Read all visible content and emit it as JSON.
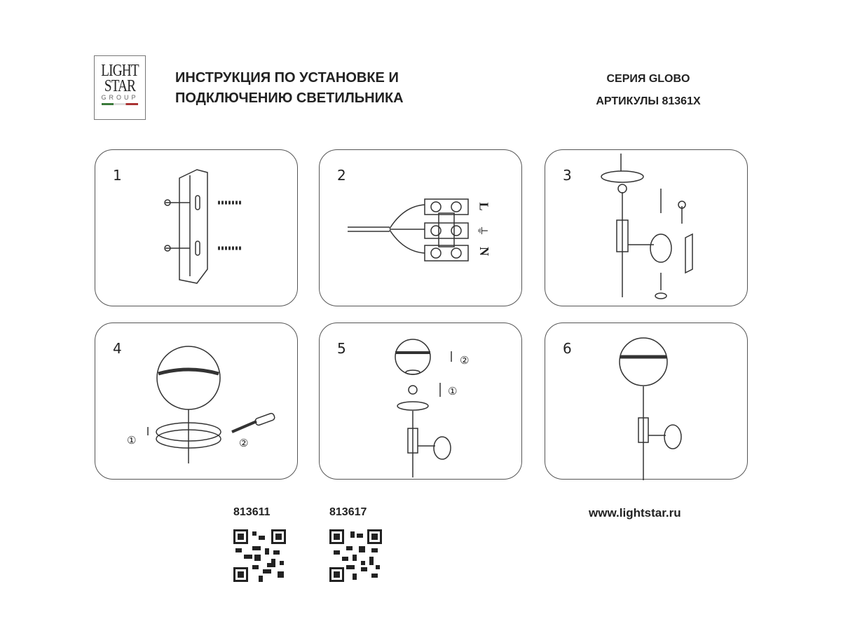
{
  "logo": {
    "line1": "LIGHT",
    "line2": "STAR",
    "line3": "GROUP"
  },
  "header": {
    "title_line1": "ИНСТРУКЦИЯ ПО УСТАНОВКЕ И",
    "title_line2": "ПОДКЛЮЧЕНИЮ СВЕТИЛЬНИКА",
    "series": "СЕРИЯ GLOBO",
    "articles": "АРТИКУЛЫ 81361X"
  },
  "steps": [
    {
      "number": "1"
    },
    {
      "number": "2",
      "terminal_labels": [
        "L",
        "⏚",
        "N"
      ]
    },
    {
      "number": "3"
    },
    {
      "number": "4",
      "markers": [
        "①",
        "②"
      ]
    },
    {
      "number": "5",
      "markers": [
        "②",
        "①"
      ]
    },
    {
      "number": "6"
    }
  ],
  "footer": {
    "codes": [
      {
        "code": "813611"
      },
      {
        "code": "813617"
      }
    ],
    "website": "www.lightstar.ru"
  }
}
